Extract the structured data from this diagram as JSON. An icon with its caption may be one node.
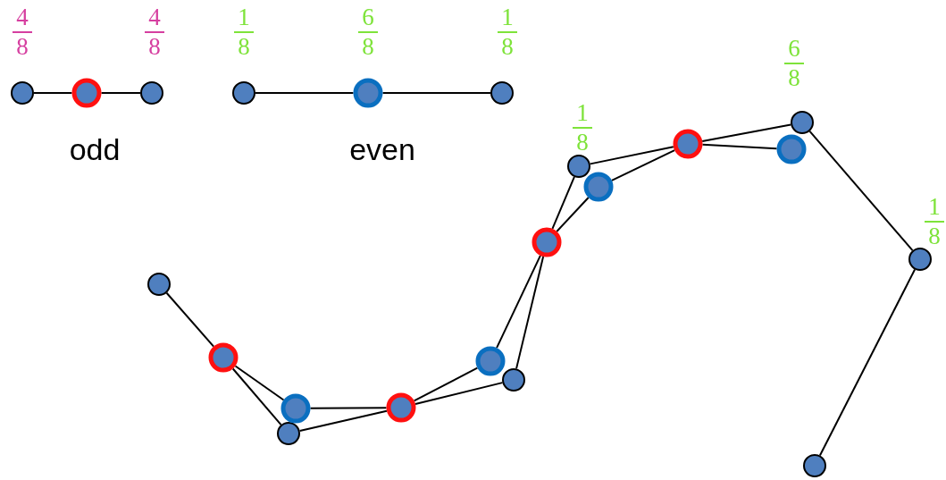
{
  "diagram": {
    "nodes": [
      {
        "text": [],
        "shape": "circle"
      },
      {
        "text": [],
        "shape": "circle"
      },
      {
        "text": [],
        "shape": "circle"
      },
      {
        "text": [],
        "shape": "circle"
      },
      {
        "text": [],
        "shape": "circle"
      },
      {
        "text": [],
        "shape": "circle"
      },
      {
        "text": [],
        "shape": "circle"
      },
      {
        "text": [],
        "shape": "circle"
      },
      {
        "text": [],
        "shape": "circle"
      },
      {
        "text": [],
        "shape": "circle"
      },
      {
        "text": [],
        "shape": "circle"
      },
      {
        "text": [],
        "shape": "circle"
      },
      {
        "text": [],
        "shape": "circle"
      },
      {
        "text": [],
        "shape": "circle"
      },
      {
        "text": [],
        "shape": "circle"
      },
      {
        "text": [],
        "shape": "circle"
      },
      {
        "text": [],
        "shape": "circle"
      },
      {
        "text": [],
        "shape": "circle"
      },
      {
        "text": [],
        "shape": "circle"
      },
      {
        "text": [],
        "shape": "circle"
      },
      {
        "text": [],
        "shape": "circle"
      }
    ],
    "edges": [
      {
        "from": 0,
        "to": 1,
        "arrow": "none"
      },
      {
        "from": 1,
        "to": 2,
        "arrow": "none"
      },
      {
        "from": 3,
        "to": 4,
        "arrow": "none"
      },
      {
        "from": 4,
        "to": 5,
        "arrow": "none"
      },
      {
        "from": 6,
        "to": 7,
        "arrow": "none"
      },
      {
        "from": 7,
        "to": 8,
        "arrow": "none"
      },
      {
        "from": 8,
        "to": 10,
        "arrow": "none"
      },
      {
        "from": 10,
        "to": 12,
        "arrow": "none"
      },
      {
        "from": 12,
        "to": 13,
        "arrow": "none"
      },
      {
        "from": 13,
        "to": 14,
        "arrow": "none"
      },
      {
        "from": 14,
        "to": 16,
        "arrow": "none"
      },
      {
        "from": 16,
        "to": 17,
        "arrow": "none"
      },
      {
        "from": 17,
        "to": 19,
        "arrow": "none"
      },
      {
        "from": 19,
        "to": 20,
        "arrow": "none"
      },
      {
        "from": 7,
        "to": 9,
        "arrow": "none"
      },
      {
        "from": 9,
        "to": 10,
        "arrow": "none"
      },
      {
        "from": 10,
        "to": 11,
        "arrow": "none"
      },
      {
        "from": 11,
        "to": 13,
        "arrow": "none"
      },
      {
        "from": 13,
        "to": 15,
        "arrow": "none"
      },
      {
        "from": 15,
        "to": 16,
        "arrow": "none"
      },
      {
        "from": 16,
        "to": 18,
        "arrow": "none"
      }
    ],
    "labels": [
      "4",
      "8",
      "4",
      "8",
      "1",
      "8",
      "6",
      "8",
      "1",
      "8",
      "6",
      "8",
      "1",
      "8",
      "odd",
      "even",
      "1",
      "8"
    ]
  }
}
